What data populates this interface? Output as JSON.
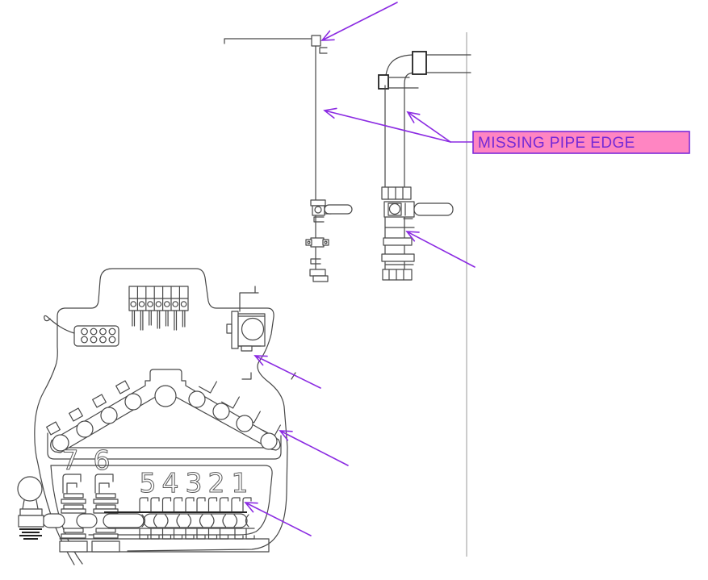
{
  "annotation": {
    "label_text": "MISSING PIPE EDGE",
    "colors": {
      "arrow": "#8B2BE2",
      "label_fill": "#FF85C2",
      "label_border": "#7C2BD9",
      "label_text": "#7429D6"
    }
  },
  "drawing": {
    "cylinder_numbers": [
      "7",
      "6",
      "5",
      "4",
      "3",
      "2",
      "1"
    ],
    "line_color": "#474747",
    "reference_line_color": "#cccccc"
  }
}
